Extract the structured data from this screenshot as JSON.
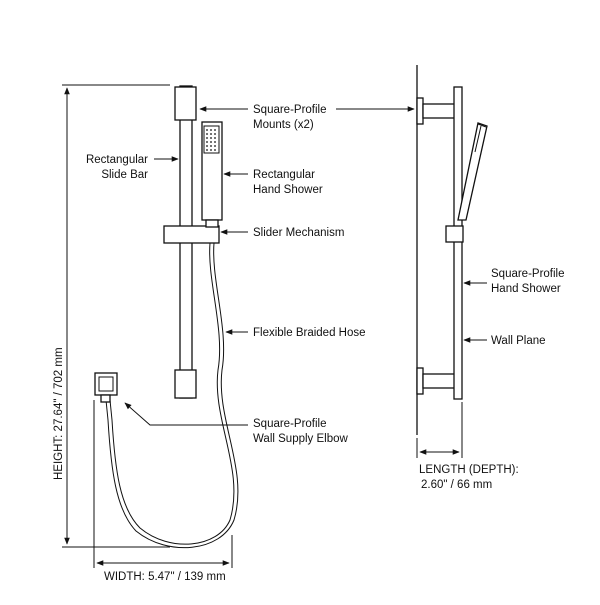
{
  "labels": {
    "mounts_line1": "Square-Profile",
    "mounts_line2": "Mounts (x2)",
    "slide_bar_line1": "Rectangular",
    "slide_bar_line2": "Slide Bar",
    "hand_shower_line1": "Rectangular",
    "hand_shower_line2": "Hand Shower",
    "slider": "Slider Mechanism",
    "hose": "Flexible Braided Hose",
    "elbow_line1": "Square-Profile",
    "elbow_line2": "Wall Supply Elbow",
    "side_hand_shower_line1": "Square-Profile",
    "side_hand_shower_line2": "Hand Shower",
    "wall_plane": "Wall Plane"
  },
  "dimensions": {
    "height": "HEIGHT: 27.64\" / 702 mm",
    "width": "WIDTH: 5.47\" / 139 mm",
    "depth_line1": "LENGTH (DEPTH):",
    "depth_line2": "2.60\" / 66 mm"
  }
}
